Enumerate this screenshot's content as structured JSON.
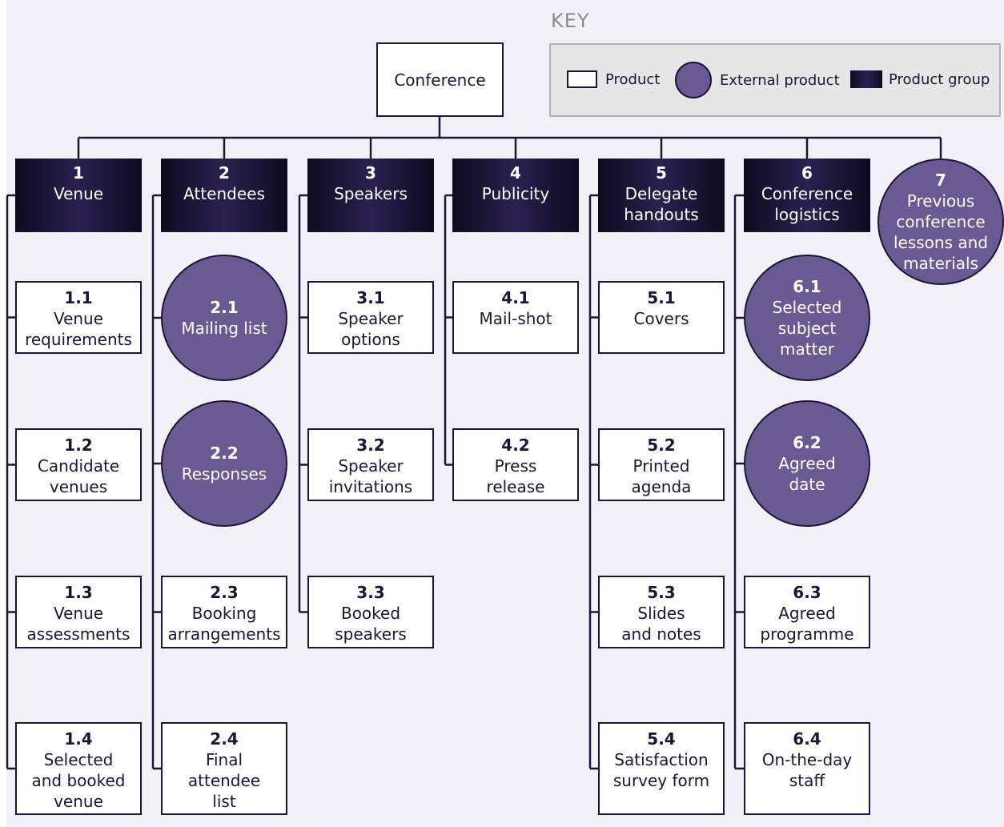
{
  "root": {
    "label": "Conference"
  },
  "groups": [
    {
      "num": "1",
      "label": "Venue"
    },
    {
      "num": "2",
      "label": "Attendees"
    },
    {
      "num": "3",
      "label": "Speakers"
    },
    {
      "num": "4",
      "label": "Publicity"
    },
    {
      "num": "5",
      "label": "Delegate\nhandouts"
    },
    {
      "num": "6",
      "label": "Conference\nlogistics"
    }
  ],
  "external_group": {
    "num": "7",
    "label": "Previous\nconference\nlessons and\nmaterials"
  },
  "columns": [
    [
      {
        "num": "1.1",
        "label": "Venue\nrequirements",
        "type": "product"
      },
      {
        "num": "1.2",
        "label": "Candidate\nvenues",
        "type": "product"
      },
      {
        "num": "1.3",
        "label": "Venue\nassessments",
        "type": "product"
      },
      {
        "num": "1.4",
        "label": "Selected\nand booked\nvenue",
        "type": "product"
      }
    ],
    [
      {
        "num": "2.1",
        "label": "Mailing list",
        "type": "external"
      },
      {
        "num": "2.2",
        "label": "Responses",
        "type": "external"
      },
      {
        "num": "2.3",
        "label": "Booking\narrangements",
        "type": "product"
      },
      {
        "num": "2.4",
        "label": "Final\nattendee\nlist",
        "type": "product"
      }
    ],
    [
      {
        "num": "3.1",
        "label": "Speaker\noptions",
        "type": "product"
      },
      {
        "num": "3.2",
        "label": "Speaker\ninvitations",
        "type": "product"
      },
      {
        "num": "3.3",
        "label": "Booked\nspeakers",
        "type": "product"
      }
    ],
    [
      {
        "num": "4.1",
        "label": "Mail-shot",
        "type": "product"
      },
      {
        "num": "4.2",
        "label": "Press\nrelease",
        "type": "product"
      }
    ],
    [
      {
        "num": "5.1",
        "label": "Covers",
        "type": "product"
      },
      {
        "num": "5.2",
        "label": "Printed\nagenda",
        "type": "product"
      },
      {
        "num": "5.3",
        "label": "Slides\nand notes",
        "type": "product"
      },
      {
        "num": "5.4",
        "label": "Satisfaction\nsurvey form",
        "type": "product"
      }
    ],
    [
      {
        "num": "6.1",
        "label": "Selected\nsubject\nmatter",
        "type": "external"
      },
      {
        "num": "6.2",
        "label": "Agreed\ndate",
        "type": "external"
      },
      {
        "num": "6.3",
        "label": "Agreed\nprogramme",
        "type": "product"
      },
      {
        "num": "6.4",
        "label": "On-the-day\nstaff",
        "type": "product"
      }
    ]
  ],
  "key": {
    "title": "KEY",
    "product": "Product",
    "external": "External product",
    "group": "Product group"
  },
  "colors": {
    "ink": "#1c1536",
    "external_fill": "#6a5a93",
    "group_dark": "#0e0a1f",
    "background": "#f3f1f8"
  }
}
